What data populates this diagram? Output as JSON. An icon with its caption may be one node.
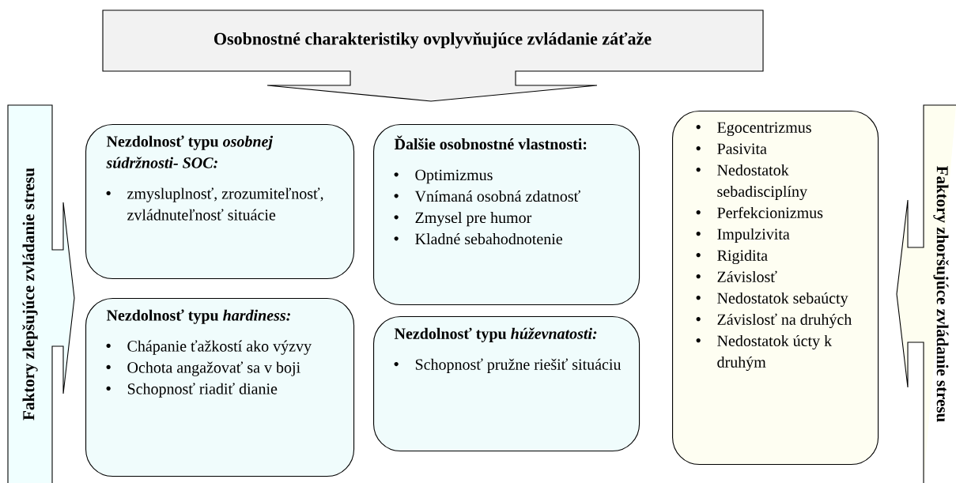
{
  "diagram": {
    "nodes": [
      {
        "text": [
          "Osobnostné charakteristiky ovplyvňujúce zvládanie záťaže"
        ]
      },
      {
        "text": [
          "Faktory zlepšujúce zvládanie stresu"
        ]
      },
      {
        "text": [
          "Faktory zhoršujúce zvládanie stresu"
        ]
      },
      {
        "text": [
          "Nezdolnosť typu *osobnej súdržnosti- SOC:*",
          "zmysluplnosť, zrozumiteľnosť, zvládnuteľnosť situácie"
        ]
      },
      {
        "text": [
          "Ďalšie osobnostné vlastnosti:",
          "Optimizmus",
          "Vnímaná osobná zdatnosť",
          "Zmysel pre humor",
          "Kladné sebahodnotenie"
        ]
      },
      {
        "text": [
          "Nezdolnosť typu *hardiness:*",
          "Chápanie ťažkostí ako výzvy",
          "Ochota angažovať sa v boji",
          "Schopnosť riadiť dianie"
        ]
      },
      {
        "text": [
          "Nezdolnosť typu *húževnatosti:*",
          "Schopnosť pružne riešiť situáciu"
        ]
      },
      {
        "text": [
          "Egocentrizmus",
          "Pasivita",
          "Nedostatok sebadisciplíny",
          "Perfekcionizmus",
          "Impulzivita",
          "Rigidita",
          "Závislosť",
          "Nedostatok sebaúcty",
          "Závislosť na druhých",
          "Nedostatok úcty k druhým"
        ]
      }
    ]
  }
}
